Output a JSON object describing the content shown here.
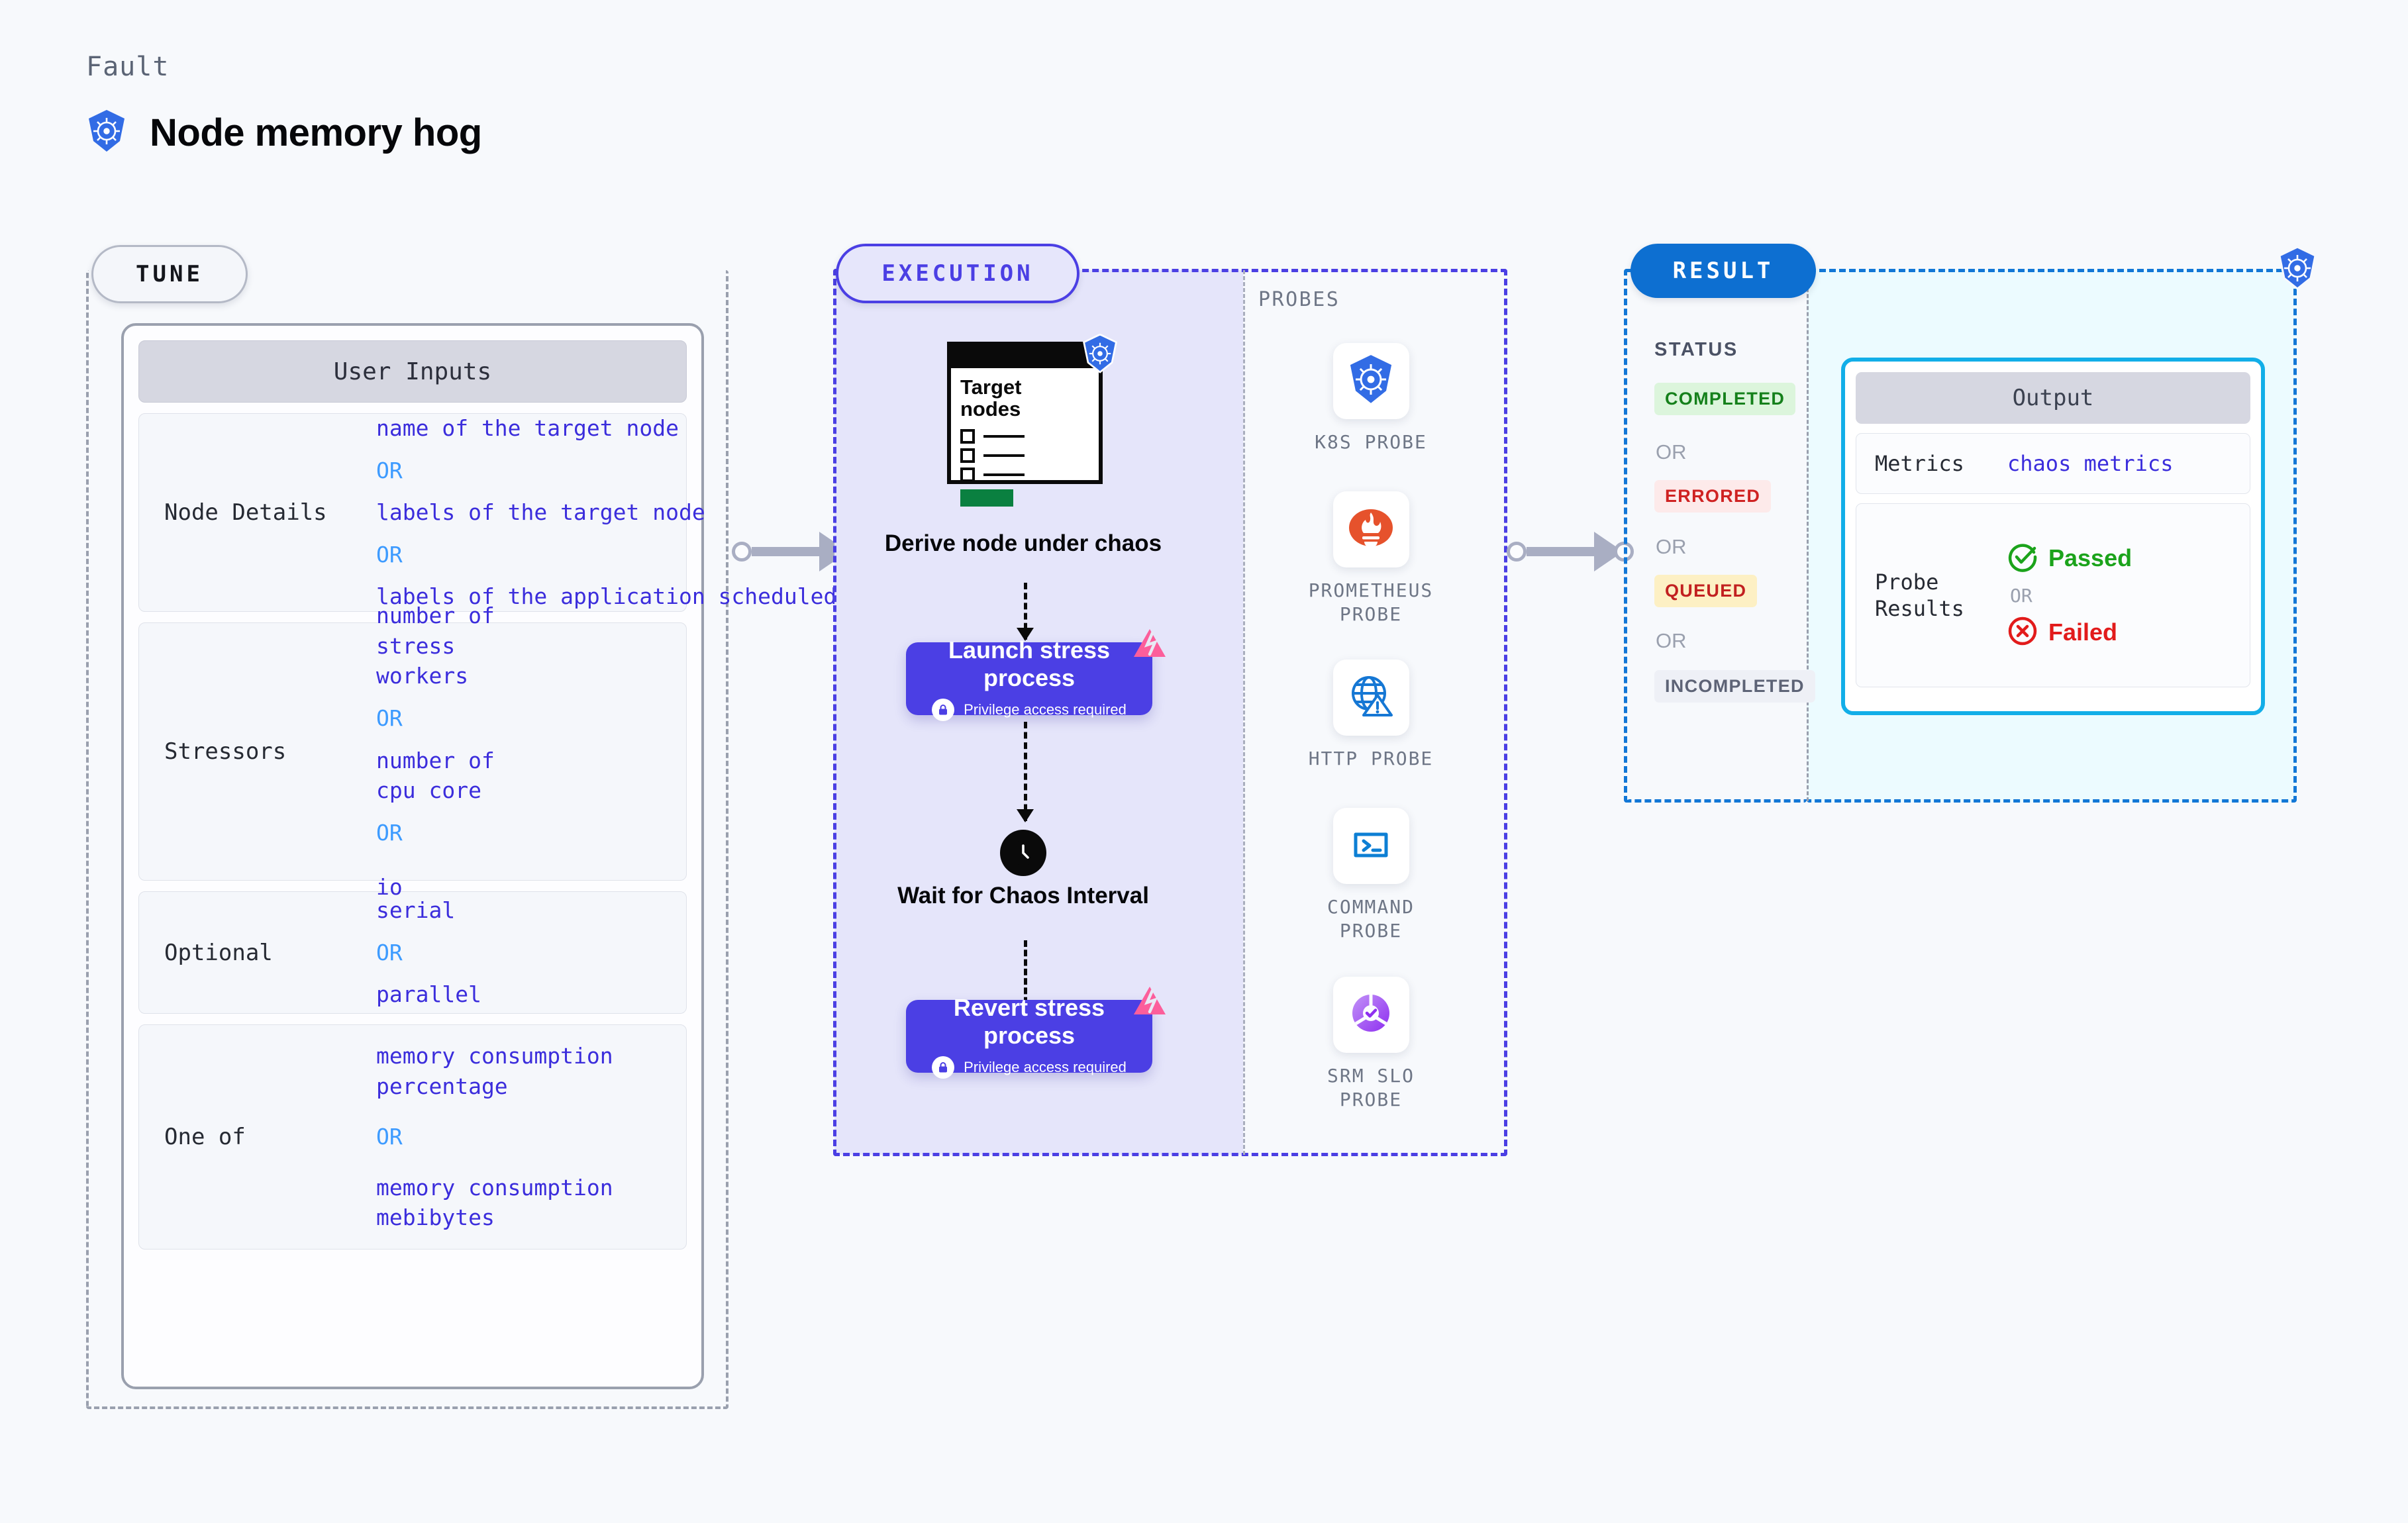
{
  "header": {
    "fault_label": "Fault",
    "fault_title": "Node memory hog",
    "icon": "kubernetes-icon"
  },
  "tune": {
    "pill_label": "TUNE",
    "card_header": "User Inputs",
    "groups": [
      {
        "label": "Node Details",
        "items": [
          {
            "type": "option",
            "text": "name of the target node"
          },
          {
            "type": "or",
            "text": "OR"
          },
          {
            "type": "option",
            "text": "labels of the target node"
          },
          {
            "type": "or",
            "text": "OR"
          },
          {
            "type": "option",
            "text": "labels of the application scheduled on target node"
          }
        ]
      },
      {
        "label": "Stressors",
        "items": [
          {
            "type": "option",
            "text": "number of stress workers"
          },
          {
            "type": "or",
            "text": "OR"
          },
          {
            "type": "option",
            "text": "number of cpu core"
          },
          {
            "type": "or",
            "text": "OR"
          },
          {
            "type": "option",
            "text": "io"
          }
        ]
      },
      {
        "label": "Optional",
        "items": [
          {
            "type": "option",
            "text": "serial"
          },
          {
            "type": "or",
            "text": "OR"
          },
          {
            "type": "option",
            "text": "parallel"
          }
        ]
      },
      {
        "label": "One of",
        "items": [
          {
            "type": "option",
            "text": "memory consumption percentage"
          },
          {
            "type": "or",
            "text": "OR"
          },
          {
            "type": "option",
            "text": "memory consumption mebibytes"
          }
        ]
      }
    ]
  },
  "execution": {
    "pill_label": "EXECUTION",
    "target_card": {
      "title_line1": "Target",
      "title_line2": "nodes",
      "checkbox_rows": 3,
      "badge_icon": "kubernetes-icon"
    },
    "steps": [
      {
        "name": "derive-node",
        "title": "Derive node under chaos",
        "type": "plain"
      },
      {
        "name": "launch-stress",
        "title": "Launch stress process",
        "subtitle": "Privilege access required",
        "type": "box",
        "icon": "lock-icon",
        "corner_icon": "litmus-icon"
      },
      {
        "name": "wait-chaos",
        "title": "Wait for Chaos Interval",
        "type": "clock",
        "icon": "clock-icon"
      },
      {
        "name": "revert-stress",
        "title": "Revert stress process",
        "subtitle": "Privilege access required",
        "type": "box",
        "icon": "lock-icon",
        "corner_icon": "litmus-icon"
      }
    ]
  },
  "probes": {
    "section_label": "PROBES",
    "items": [
      {
        "name": "K8S PROBE",
        "icon": "kubernetes-icon"
      },
      {
        "name": "PROMETHEUS PROBE",
        "icon": "prometheus-icon"
      },
      {
        "name": "HTTP PROBE",
        "icon": "globe-warning-icon"
      },
      {
        "name": "COMMAND PROBE",
        "icon": "terminal-icon"
      },
      {
        "name": "SRM SLO PROBE",
        "icon": "srm-slo-icon"
      }
    ]
  },
  "result": {
    "pill_label": "RESULT",
    "status_label": "STATUS",
    "or_label": "OR",
    "statuses": [
      {
        "text": "COMPLETED",
        "bg": "#dcf5dc",
        "fg": "#15801b"
      },
      {
        "text": "ERRORED",
        "bg": "#fdeaea",
        "fg": "#cf2222"
      },
      {
        "text": "QUEUED",
        "bg": "#fdf0c4",
        "fg": "#c22020"
      },
      {
        "text": "INCOMPLETED",
        "bg": "#eef0f6",
        "fg": "#5d6376"
      }
    ],
    "badge_icon": "kubernetes-icon",
    "output": {
      "header": "Output",
      "metrics_label": "Metrics",
      "metrics_value": "chaos metrics",
      "probe_results_label": "Probe Results",
      "passed": "Passed",
      "failed": "Failed",
      "or_label": "OR",
      "passed_icon": "check-circle-icon",
      "failed_icon": "x-circle-icon"
    }
  },
  "colors": {
    "page_bg": "#f7f9fc",
    "tune_border": "#9aa0ae",
    "execution_accent": "#4b3fe4",
    "result_accent": "#1277d6",
    "output_accent": "#12aee8",
    "option_text": "#3b2ddc",
    "or_text": "#3d9bff",
    "connector": "#a9aec3"
  }
}
